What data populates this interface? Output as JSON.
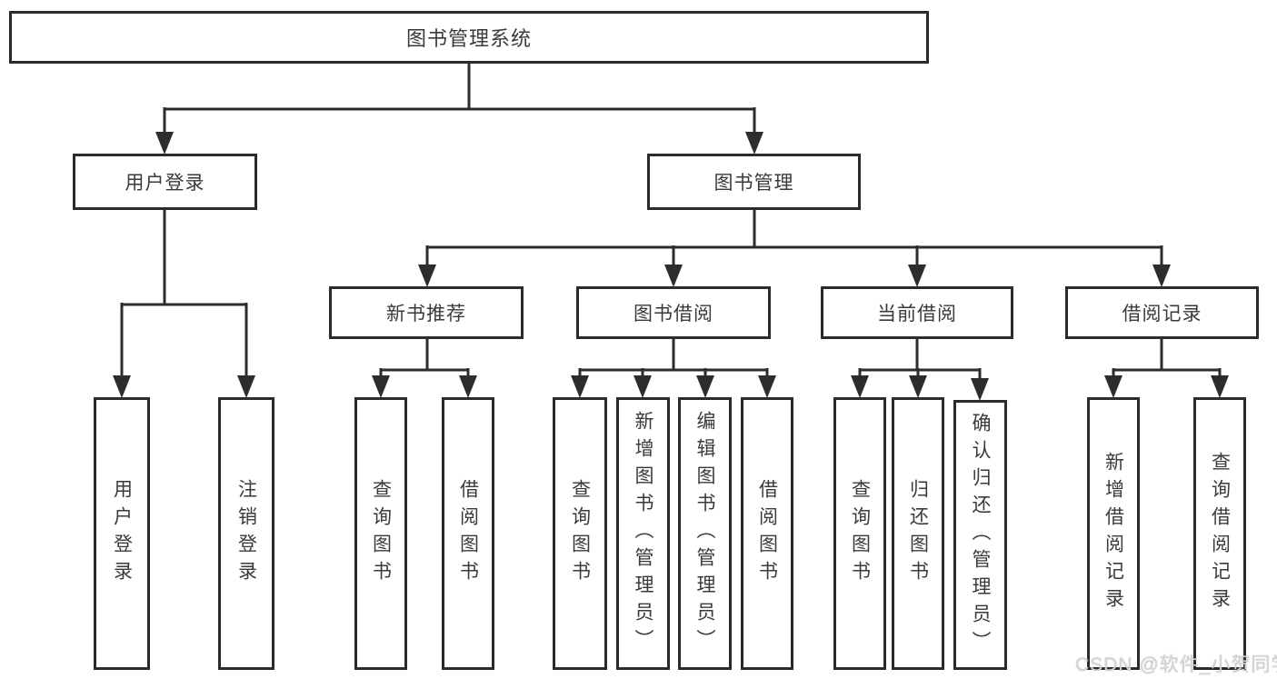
{
  "diagram": {
    "root": {
      "label": "图书管理系统"
    },
    "level2": {
      "user_login": {
        "label": "用户登录"
      },
      "book_mgmt": {
        "label": "图书管理"
      }
    },
    "level3": {
      "new_book_rec": {
        "label": "新书推荐"
      },
      "book_borrow": {
        "label": "图书借阅"
      },
      "current_borrow": {
        "label": "当前借阅"
      },
      "borrow_record": {
        "label": "借阅记录"
      }
    },
    "leaves": {
      "user_login": [
        "用户登录",
        "注销登录"
      ],
      "new_book_rec": [
        "查询图书",
        "借阅图书"
      ],
      "book_borrow": [
        "查询图书",
        "新增图书（管理员）",
        "编辑图书（管理员）",
        "借阅图书"
      ],
      "current_borrow": [
        "查询图书",
        "归还图书",
        "确认归还（管理员）"
      ],
      "borrow_record": [
        "新增借阅记录",
        "查询借阅记录"
      ]
    }
  },
  "watermark": {
    "text": "CSDN @软件_小贺同学"
  },
  "colors": {
    "line": "#2d2d2d",
    "border": "#2b2b2b",
    "text": "#3a3a3a",
    "watermark": "#d6d6d6",
    "background": "#ffffff"
  }
}
